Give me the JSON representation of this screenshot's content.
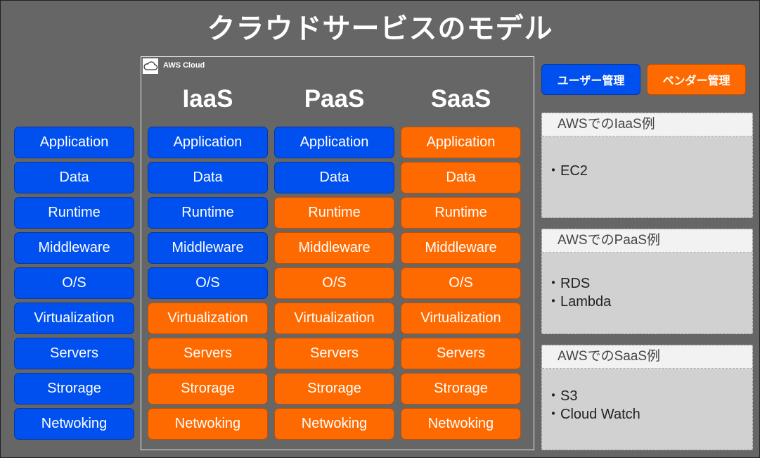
{
  "title": "クラウドサービスのモデル",
  "cloud_label": "AWS Cloud",
  "legend": {
    "user": "ユーザー管理",
    "vendor": "ベンダー管理"
  },
  "colors": {
    "user": "#0050f0",
    "vendor": "#ff6a00",
    "background": "#666666"
  },
  "icons": {
    "cloud": "cloud-icon"
  },
  "columns": [
    {
      "header": "",
      "layers": [
        {
          "label": "Application",
          "managed_by": "user"
        },
        {
          "label": "Data",
          "managed_by": "user"
        },
        {
          "label": "Runtime",
          "managed_by": "user"
        },
        {
          "label": "Middleware",
          "managed_by": "user"
        },
        {
          "label": "O/S",
          "managed_by": "user"
        },
        {
          "label": "Virtualization",
          "managed_by": "user"
        },
        {
          "label": "Servers",
          "managed_by": "user"
        },
        {
          "label": "Strorage",
          "managed_by": "user"
        },
        {
          "label": "Netwoking",
          "managed_by": "user"
        }
      ]
    },
    {
      "header": "IaaS",
      "layers": [
        {
          "label": "Application",
          "managed_by": "user"
        },
        {
          "label": "Data",
          "managed_by": "user"
        },
        {
          "label": "Runtime",
          "managed_by": "user"
        },
        {
          "label": "Middleware",
          "managed_by": "user"
        },
        {
          "label": "O/S",
          "managed_by": "user"
        },
        {
          "label": "Virtualization",
          "managed_by": "vendor"
        },
        {
          "label": "Servers",
          "managed_by": "vendor"
        },
        {
          "label": "Strorage",
          "managed_by": "vendor"
        },
        {
          "label": "Netwoking",
          "managed_by": "vendor"
        }
      ]
    },
    {
      "header": "PaaS",
      "layers": [
        {
          "label": "Application",
          "managed_by": "user"
        },
        {
          "label": "Data",
          "managed_by": "user"
        },
        {
          "label": "Runtime",
          "managed_by": "vendor"
        },
        {
          "label": "Middleware",
          "managed_by": "vendor"
        },
        {
          "label": "O/S",
          "managed_by": "vendor"
        },
        {
          "label": "Virtualization",
          "managed_by": "vendor"
        },
        {
          "label": "Servers",
          "managed_by": "vendor"
        },
        {
          "label": "Strorage",
          "managed_by": "vendor"
        },
        {
          "label": "Netwoking",
          "managed_by": "vendor"
        }
      ]
    },
    {
      "header": "SaaS",
      "layers": [
        {
          "label": "Application",
          "managed_by": "vendor"
        },
        {
          "label": "Data",
          "managed_by": "vendor"
        },
        {
          "label": "Runtime",
          "managed_by": "vendor"
        },
        {
          "label": "Middleware",
          "managed_by": "vendor"
        },
        {
          "label": "O/S",
          "managed_by": "vendor"
        },
        {
          "label": "Virtualization",
          "managed_by": "vendor"
        },
        {
          "label": "Servers",
          "managed_by": "vendor"
        },
        {
          "label": "Strorage",
          "managed_by": "vendor"
        },
        {
          "label": "Netwoking",
          "managed_by": "vendor"
        }
      ]
    }
  ],
  "examples": [
    {
      "title": "AWSでのIaaS例",
      "items": [
        "・EC2"
      ]
    },
    {
      "title": "AWSでのPaaS例",
      "items": [
        "・RDS",
        "・Lambda"
      ]
    },
    {
      "title": "AWSでのSaaS例",
      "items": [
        "・S3",
        "・Cloud Watch"
      ]
    }
  ]
}
